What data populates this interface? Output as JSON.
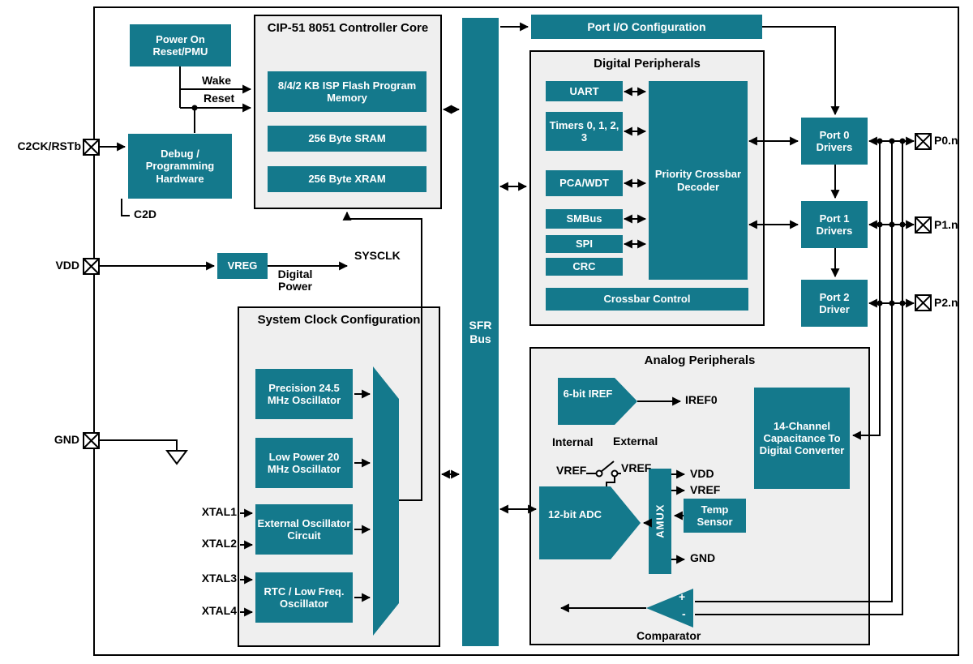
{
  "colors": {
    "teal": "#14798C",
    "panel": "#efefef",
    "wire": "#000000"
  },
  "pins": {
    "c2ck": "C2CK/RSTb",
    "vdd": "VDD",
    "gnd": "GND",
    "p0": "P0.n",
    "p1": "P1.n",
    "p2": "P2.n"
  },
  "labels": {
    "wake": "Wake",
    "reset": "Reset",
    "c2d": "C2D",
    "sysclk": "SYSCLK",
    "digital_power": "Digital Power",
    "xtal1": "XTAL1",
    "xtal2": "XTAL2",
    "xtal3": "XTAL3",
    "xtal4": "XTAL4",
    "iref0": "IREF0",
    "internal": "Internal",
    "external": "External",
    "vref_internal": "VREF",
    "vref_external": "VREF",
    "amux_vdd": "VDD",
    "amux_vref": "VREF",
    "amux_gnd": "GND",
    "comparator": "Comparator",
    "plus": "+",
    "minus": "-"
  },
  "blocks": {
    "power_on_reset": "Power On Reset/PMU",
    "debug_hw": "Debug / Programming Hardware",
    "vreg": "VREG",
    "sfr_bus": "SFR Bus",
    "port_io_config": "Port I/O Configuration",
    "port0": "Port 0 Drivers",
    "port1": "Port 1 Drivers",
    "port2": "Port 2 Driver"
  },
  "core": {
    "title": "CIP-51 8051 Controller Core",
    "flash": "8/4/2 KB ISP Flash Program Memory",
    "sram": "256 Byte SRAM",
    "xram": "256 Byte XRAM"
  },
  "clock": {
    "title": "System Clock Configuration",
    "precision_osc": "Precision 24.5 MHz Oscillator",
    "low_power_osc": "Low Power 20 MHz Oscillator",
    "external_osc": "External Oscillator Circuit",
    "rtc_osc": "RTC / Low Freq. Oscillator"
  },
  "digital": {
    "title": "Digital Peripherals",
    "uart": "UART",
    "timers": "Timers 0, 1, 2, 3",
    "pca": "PCA/WDT",
    "smbus": "SMBus",
    "spi": "SPI",
    "crc": "CRC",
    "crossbar": "Priority Crossbar Decoder",
    "crossbar_control": "Crossbar Control"
  },
  "analog": {
    "title": "Analog Peripherals",
    "iref": "6-bit IREF",
    "adc": "12-bit ADC",
    "amux": "AMUX",
    "temp_sensor": "Temp Sensor",
    "capsense": "14-Channel Capacitance To Digital Converter"
  }
}
